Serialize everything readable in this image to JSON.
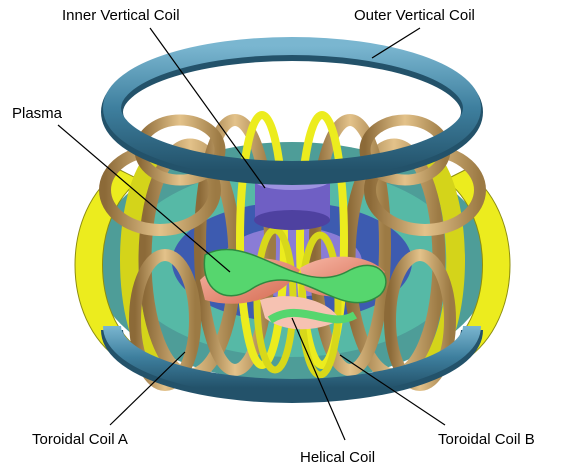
{
  "labels": {
    "inner_vertical_coil": "Inner Vertical Coil",
    "outer_vertical_coil": "Outer Vertical Coil",
    "plasma": "Plasma",
    "toroidal_coil_a": "Toroidal Coil A",
    "helical_coil": "Helical Coil",
    "toroidal_coil_b": "Toroidal Coil B"
  },
  "colors": {
    "outer_vertical_coil": "#3e7f9e",
    "toroidal_coil": "#c8a063",
    "toroidal_coil_yellow": "#ecec1e",
    "helical_coil": "#56d66e",
    "plasma": "#f29a86",
    "inner_vertical_coil": "#6f5fc4",
    "vessel": "#4aa39a"
  }
}
